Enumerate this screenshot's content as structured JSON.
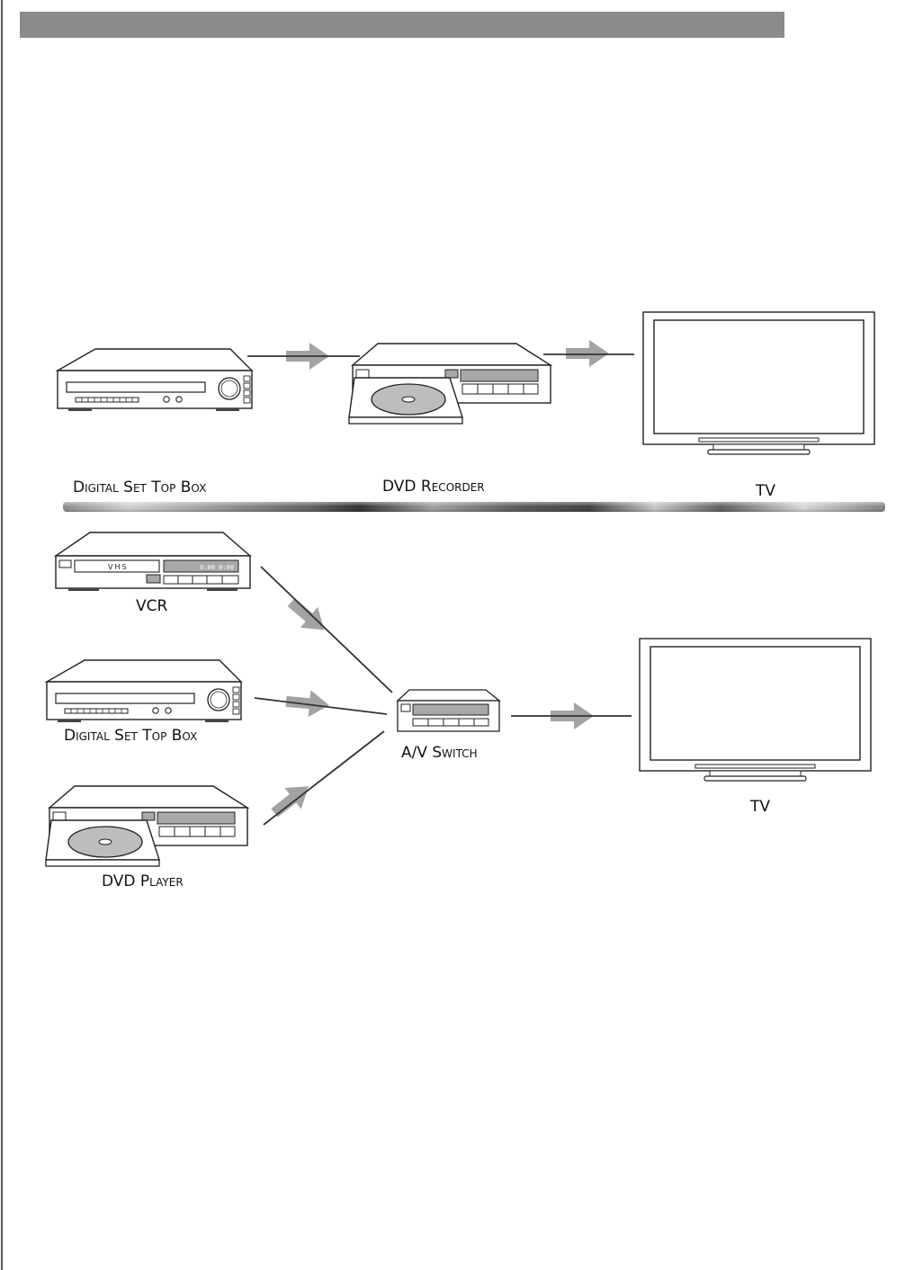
{
  "setup_top": {
    "set_top_box": "Digital Set Top Box",
    "recorder": "DVD Recorder",
    "tv": "TV"
  },
  "setup_bottom": {
    "vcr": "VCR",
    "vcr_tape_label": "VHS",
    "vcr_display": "0:00  0:00",
    "set_top_box": "Digital Set Top Box",
    "dvd_player": "DVD Player",
    "av_switch": "A/V Switch",
    "tv": "TV"
  },
  "colors": {
    "header_bar": "#8c8a8b",
    "arrow": "#a3a3a3",
    "device_outline": "#222222",
    "display_panel": "#a8a8a8"
  }
}
